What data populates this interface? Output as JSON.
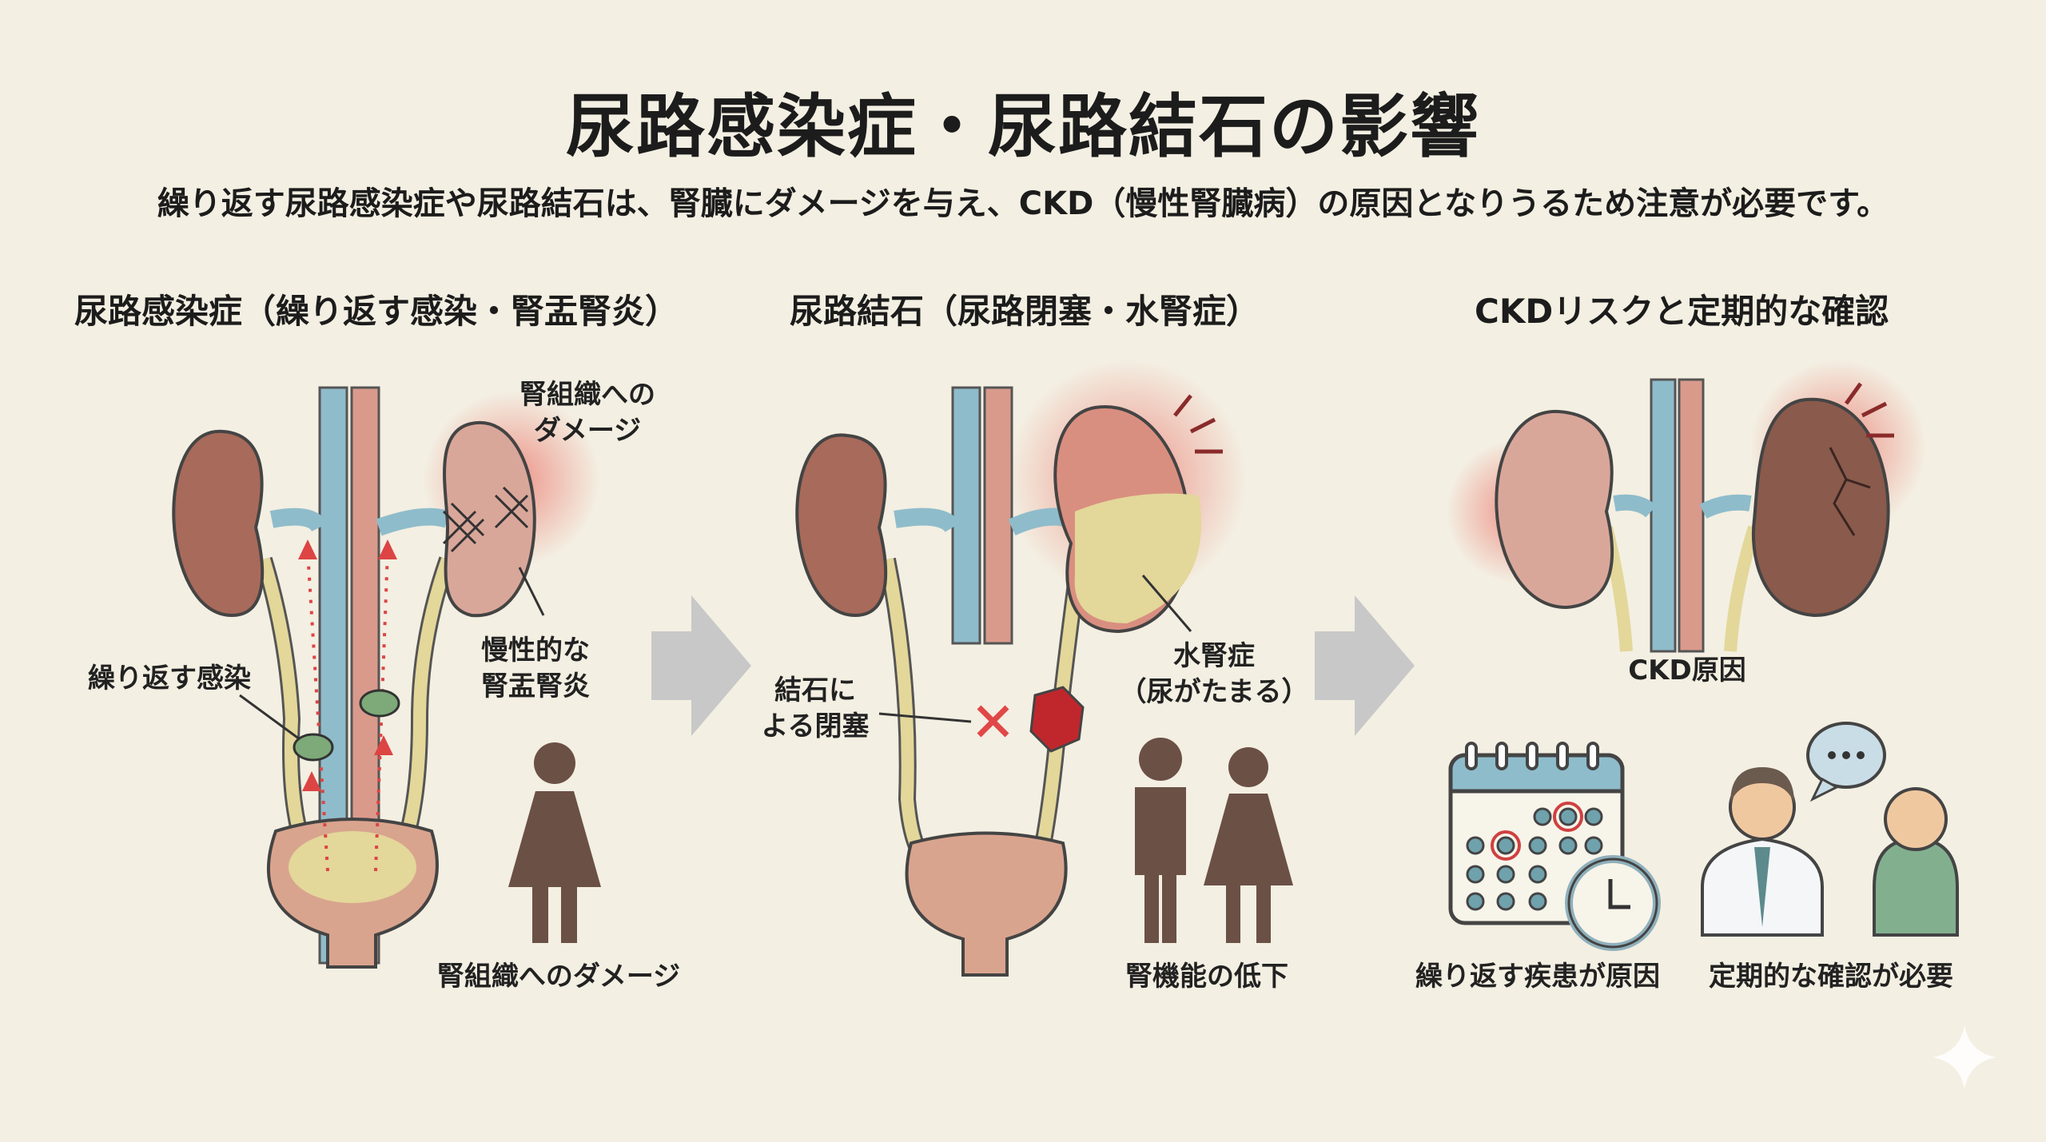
{
  "title": "尿路感染症・尿路結石の影響",
  "subtitle": "繰り返す尿路感染症や尿路結石は、腎臓にダメージを与え、CKD（慢性腎臓病）の原因となりうるため注意が必要です。",
  "sections": [
    {
      "heading": "尿路感染症（繰り返す感染・腎盂腎炎）",
      "labels": {
        "damage_1": "腎組織への",
        "damage_2": "ダメージ",
        "pyelo_1": "慢性的な",
        "pyelo_2": "腎盂腎炎",
        "recurrent": "繰り返す感染",
        "footer": "腎組織へのダメージ"
      }
    },
    {
      "heading": "尿路結石（尿路閉塞・水腎症）",
      "labels": {
        "stone_1": "結石に",
        "stone_2": "よる閉塞",
        "hydro_1": "水腎症",
        "hydro_2": "（尿がたまる）",
        "footer": "腎機能の低下"
      }
    },
    {
      "heading": "CKDリスクと定期的な確認",
      "labels": {
        "ckd_cause": "CKD原因",
        "footer_left": "繰り返す疾患が原因",
        "footer_right": "定期的な確認が必要"
      }
    }
  ],
  "colors": {
    "background": "#f3efe2",
    "kidney": "#a86a5a",
    "vein": "#8fbccb",
    "artery": "#d99a8c",
    "urine": "#e3d79a",
    "inflammation": "#e8453c",
    "arrow": "#c8c8c8"
  }
}
